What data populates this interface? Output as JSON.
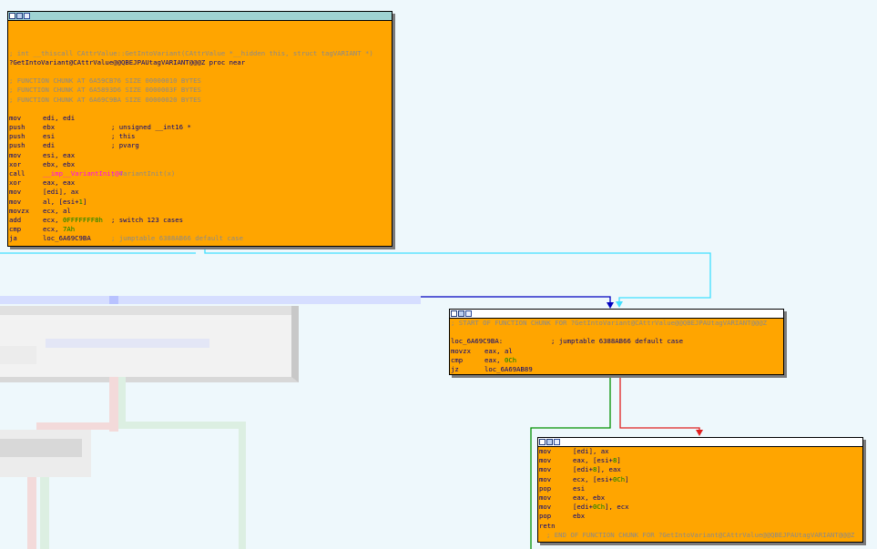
{
  "colors": {
    "node_fill": "#ffa500",
    "edge_cyan": "#40e0ff",
    "edge_blue": "#0000c0",
    "edge_green": "#009000",
    "edge_red": "#e02020"
  },
  "node_main": {
    "header": [
      "; int __thiscall CAttrValue::GetIntoVariant(CAttrValue *__hidden this, struct tagVARIANT *)",
      "?GetIntoVariant@CAttrValue@@QBEJPAUtagVARIANT@@@Z proc near"
    ],
    "chunks": [
      "; FUNCTION CHUNK AT 6A59CB76 SIZE 00000010 BYTES",
      "; FUNCTION CHUNK AT 6A5893D6 SIZE 0000003F BYTES",
      "; FUNCTION CHUNK AT 6A69C9BA SIZE 00000020 BYTES"
    ],
    "instructions": [
      {
        "mn": "mov",
        "ops": "edi, edi",
        "cm": ""
      },
      {
        "mn": "push",
        "ops": "ebx",
        "cm": "; unsigned __int16 *"
      },
      {
        "mn": "push",
        "ops": "esi",
        "cm": "; this"
      },
      {
        "mn": "push",
        "ops": "edi",
        "cm": "; pvarg"
      },
      {
        "mn": "mov",
        "ops": "esi, eax",
        "cm": ""
      },
      {
        "mn": "xor",
        "ops": "ebx, ebx",
        "cm": ""
      },
      {
        "mn": "call",
        "ops": "__imp__VariantInit@4",
        "cm": "; VariantInit(x)"
      },
      {
        "mn": "xor",
        "ops": "eax, eax",
        "cm": ""
      },
      {
        "mn": "mov",
        "ops": "[edi], ax",
        "cm": ""
      },
      {
        "mn": "mov",
        "ops": "al, [esi+1]",
        "cm": ""
      },
      {
        "mn": "movzx",
        "ops": "ecx, al",
        "cm": ""
      },
      {
        "mn": "add",
        "ops": "ecx, 0FFFFFFF8h",
        "cm": "; switch 123 cases"
      },
      {
        "mn": "cmp",
        "ops": "ecx, 7Ah",
        "cm": ""
      },
      {
        "mn": "ja",
        "ops": "loc_6A69C9BA",
        "cm": "; jumptable 6388AB66 default case"
      }
    ]
  },
  "node_mid": {
    "chunk_start": "; START OF FUNCTION CHUNK FOR ?GetIntoVariant@CAttrValue@@QBEJPAUtagVARIANT@@@Z",
    "label": "loc_6A69C9BA:",
    "label_comment": "; jumptable 6388AB66 default case",
    "instructions": [
      {
        "mn": "movzx",
        "ops": "eax, al"
      },
      {
        "mn": "cmp",
        "ops": "eax, 0Ch"
      },
      {
        "mn": "jz",
        "ops": "loc_6A69AB89"
      }
    ]
  },
  "node_bottom": {
    "instructions": [
      {
        "mn": "mov",
        "ops": "[edi], ax"
      },
      {
        "mn": "mov",
        "ops": "eax, [esi+8]"
      },
      {
        "mn": "mov",
        "ops": "[edi+8], eax"
      },
      {
        "mn": "mov",
        "ops": "ecx, [esi+0Ch]"
      },
      {
        "mn": "pop",
        "ops": "esi"
      },
      {
        "mn": "mov",
        "ops": "eax, ebx"
      },
      {
        "mn": "mov",
        "ops": "[edi+0Ch], ecx"
      },
      {
        "mn": "pop",
        "ops": "ebx"
      },
      {
        "mn": "retn",
        "ops": ""
      }
    ],
    "chunk_end": "; END OF FUNCTION CHUNK FOR ?GetIntoVariant@CAttrValue@@QBEJPAUtagVARIANT@@@Z"
  }
}
